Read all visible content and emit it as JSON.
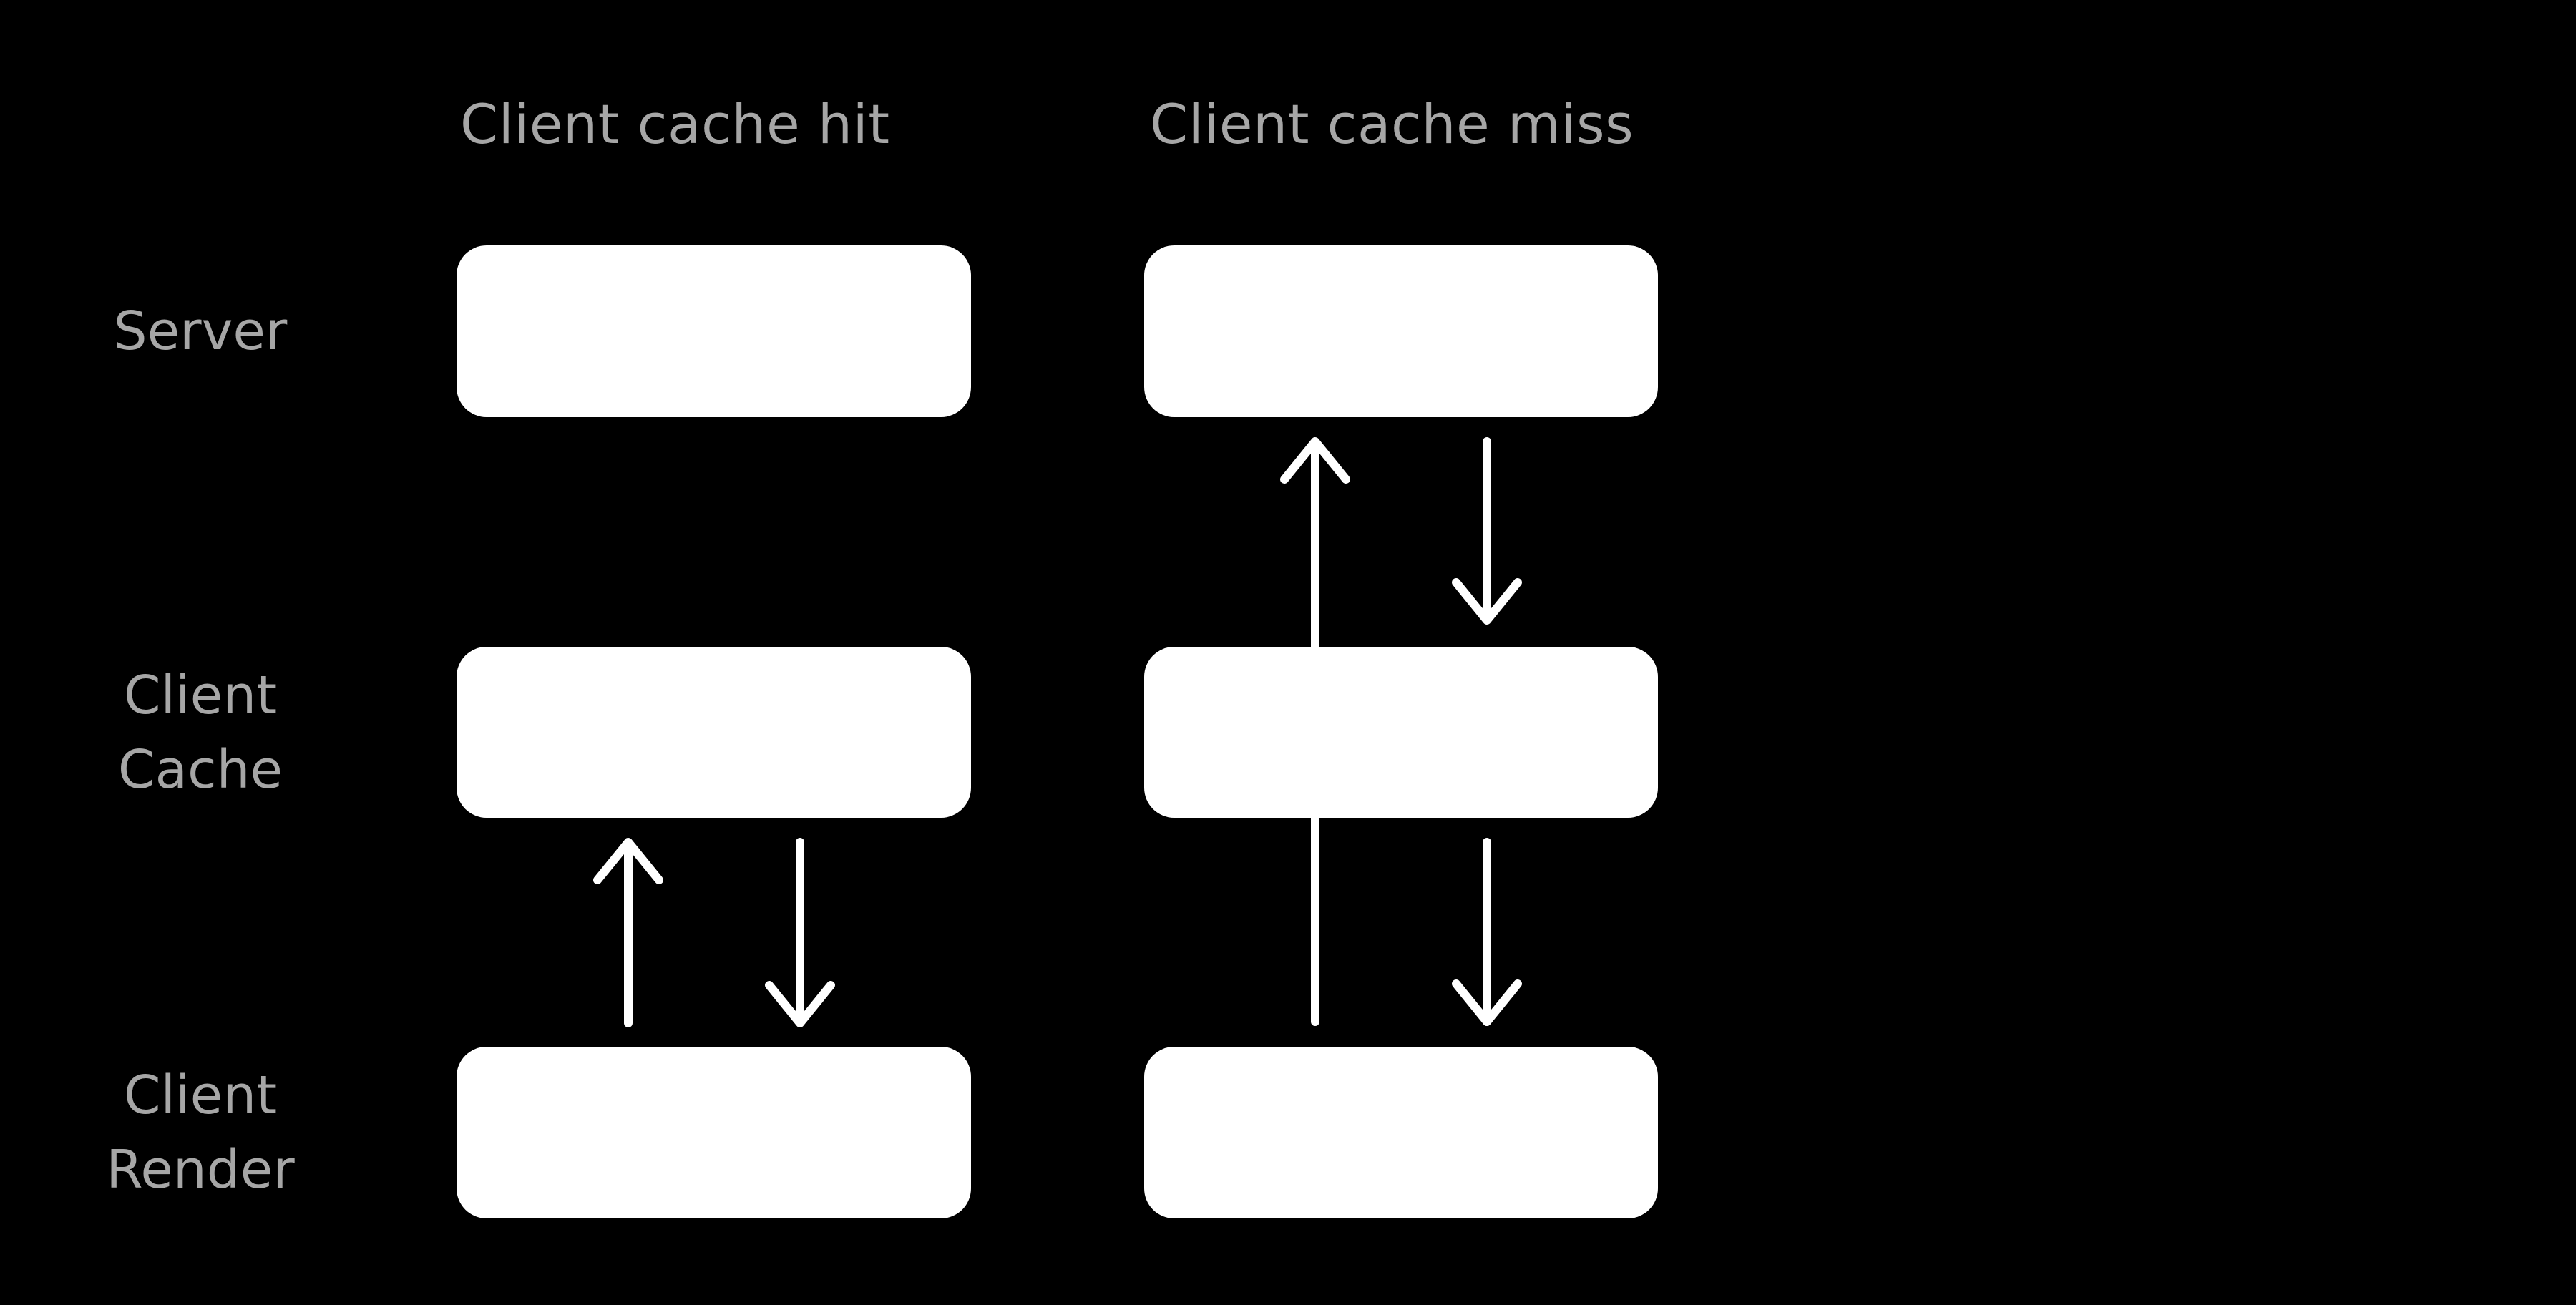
{
  "title": "Client cache hit vs miss diagram",
  "colors": {
    "background": "#000000",
    "box_fill": "#ffffff",
    "arrow": "#ffffff",
    "label_text": "#a6a6a6"
  },
  "columns": [
    {
      "id": "hit",
      "title": "Client cache hit"
    },
    {
      "id": "miss",
      "title": "Client cache miss"
    }
  ],
  "rows": [
    {
      "id": "server",
      "label": "Server",
      "lines": [
        "Server"
      ]
    },
    {
      "id": "cache",
      "label": "Client Cache",
      "lines": [
        "Client",
        "Cache"
      ]
    },
    {
      "id": "render",
      "label": "Client Render",
      "lines": [
        "Client",
        "Render"
      ]
    }
  ],
  "nodes": [
    {
      "column": "hit",
      "row": "server"
    },
    {
      "column": "hit",
      "row": "cache"
    },
    {
      "column": "hit",
      "row": "render"
    },
    {
      "column": "miss",
      "row": "server"
    },
    {
      "column": "miss",
      "row": "cache"
    },
    {
      "column": "miss",
      "row": "render"
    }
  ],
  "arrows": [
    {
      "column": "hit",
      "from": "render",
      "to": "cache",
      "direction": "up"
    },
    {
      "column": "hit",
      "from": "cache",
      "to": "render",
      "direction": "down"
    },
    {
      "column": "miss",
      "from": "render",
      "to": "server",
      "direction": "up",
      "passes_behind": "cache"
    },
    {
      "column": "miss",
      "from": "server",
      "to": "cache",
      "direction": "down"
    },
    {
      "column": "miss",
      "from": "cache",
      "to": "render",
      "direction": "down"
    }
  ]
}
